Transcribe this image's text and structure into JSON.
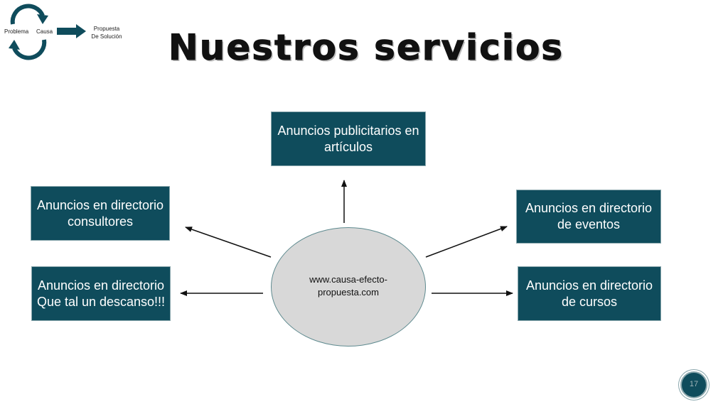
{
  "logo": {
    "left_label": "Problema",
    "middle_label": "Causa",
    "right_label_line1": "Propuesta",
    "right_label_line2": "De Solución"
  },
  "title": "Nuestros servicios",
  "center": {
    "label": "www.causa-efecto-propuesta.com"
  },
  "boxes": {
    "top": "Anuncios publicitarios en artículos",
    "left_top": "Anuncios en directorio consultores",
    "left_bottom": "Anuncios en directorio Que tal un descanso!!!",
    "right_top": "Anuncios en directorio de eventos",
    "right_bottom": "Anuncios en directorio de cursos"
  },
  "page_number": "17",
  "colors": {
    "box_fill": "#0f4c5c",
    "box_border": "#8aa7ad",
    "ellipse_fill": "#d8d8d8",
    "text_light": "#ffffff"
  },
  "icons": [
    "cycle-arrows-icon",
    "right-arrow-icon"
  ]
}
